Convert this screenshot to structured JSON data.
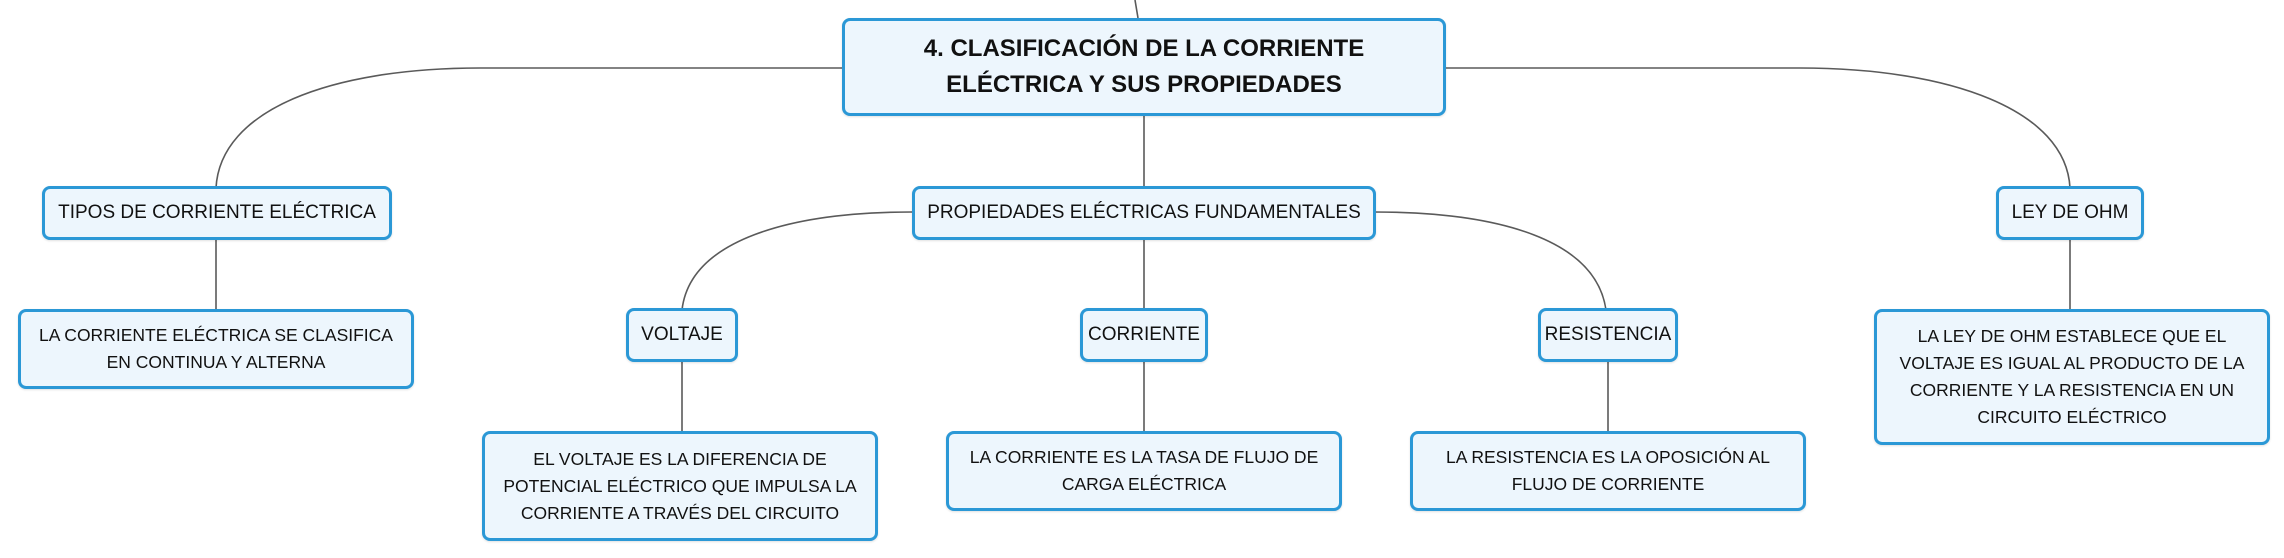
{
  "colors": {
    "border": "#2b98d6",
    "fill": "#edf6fd",
    "line": "#5a5a5a",
    "text": "#111111"
  },
  "root": {
    "title": "4. CLASIFICACIÓN DE LA CORRIENTE ELÉCTRICA Y SUS PROPIEDADES"
  },
  "left_branch": {
    "title": "TIPOS DE CORRIENTE ELÉCTRICA",
    "detail": "LA CORRIENTE ELÉCTRICA SE CLASIFICA EN CONTINUA Y ALTERNA"
  },
  "center_branch": {
    "title": "PROPIEDADES ELÉCTRICAS FUNDAMENTALES",
    "children": [
      {
        "title": "VOLTAJE",
        "detail": "EL VOLTAJE ES LA DIFERENCIA DE POTENCIAL ELÉCTRICO QUE IMPULSA LA CORRIENTE A TRAVÉS DEL CIRCUITO"
      },
      {
        "title": "CORRIENTE",
        "detail": "LA CORRIENTE ES LA TASA DE FLUJO DE CARGA ELÉCTRICA"
      },
      {
        "title": "RESISTENCIA",
        "detail": "LA RESISTENCIA ES LA OPOSICIÓN AL FLUJO DE CORRIENTE"
      }
    ]
  },
  "right_branch": {
    "title": "LEY DE OHM",
    "detail": "LA LEY DE OHM ESTABLECE QUE EL VOLTAJE ES IGUAL AL PRODUCTO DE LA CORRIENTE Y LA RESISTENCIA EN UN CIRCUITO ELÉCTRICO"
  }
}
